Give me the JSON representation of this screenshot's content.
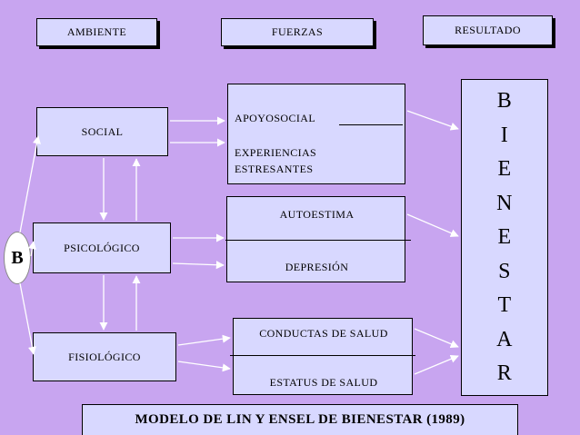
{
  "headers": {
    "ambiente": "AMBIENTE",
    "fuerzas": "FUERZAS",
    "resultado": "RESULTADO"
  },
  "environment": {
    "social": "SOCIAL",
    "psicologico": "PSICOLÓGICO",
    "fisiologico": "FISIOLÓGICO"
  },
  "forces": {
    "apoyo_social": "APOYOSOCIAL",
    "experiencias_1": "EXPERIENCIAS",
    "experiencias_2": "ESTRESANTES",
    "autoestima": "AUTOESTIMA",
    "depresion": "DEPRESIÓN",
    "conductas_salud": "CONDUCTAS DE SALUD",
    "estatus_salud": "ESTATUS DE SALUD"
  },
  "result": {
    "letters": [
      "B",
      "I",
      "E",
      "N",
      "E",
      "S",
      "T",
      "A",
      "R"
    ]
  },
  "b_circle": "B",
  "caption": "MODELO DE LIN Y ENSEL DE BIENESTAR (1989)",
  "colors": {
    "background": "#c8a5f0",
    "box_fill": "#d8d8ff",
    "arrow": "#ffffff"
  }
}
